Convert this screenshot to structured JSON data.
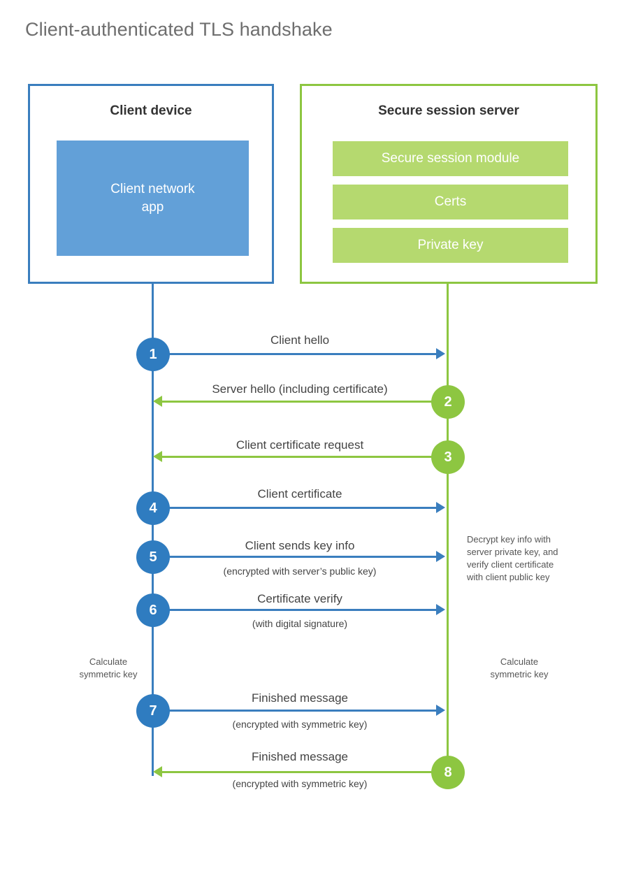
{
  "title": "Client-authenticated TLS handshake",
  "colors": {
    "client_border": "#3a7ebe",
    "client_fill": "#62a0d8",
    "client_circle": "#2f7cc0",
    "server_border": "#8dc641",
    "server_fill": "#b5d96f",
    "server_circle": "#8dc641",
    "title_text": "#6e6e6e",
    "body_text": "#444444",
    "background": "#ffffff"
  },
  "client": {
    "title": "Client device",
    "app_label": "Client network\napp",
    "app_line1": "Client network",
    "app_line2": "app"
  },
  "server": {
    "title": "Secure session server",
    "bars": [
      {
        "label": "Secure session module"
      },
      {
        "label": "Certs"
      },
      {
        "label": "Private key"
      }
    ]
  },
  "steps": [
    {
      "number": "1",
      "label": "Client hello",
      "sublabel": "",
      "direction": "client-to-server",
      "color": "blue"
    },
    {
      "number": "2",
      "label": "Server hello (including certificate)",
      "sublabel": "",
      "direction": "server-to-client",
      "color": "green"
    },
    {
      "number": "3",
      "label": "Client certificate request",
      "sublabel": "",
      "direction": "server-to-client",
      "color": "green"
    },
    {
      "number": "4",
      "label": "Client certificate",
      "sublabel": "",
      "direction": "client-to-server",
      "color": "blue"
    },
    {
      "number": "5",
      "label": "Client sends key info",
      "sublabel": "(encrypted with server’s public key)",
      "direction": "client-to-server",
      "color": "blue"
    },
    {
      "number": "6",
      "label": "Certificate verify",
      "sublabel": "(with digital signature)",
      "direction": "client-to-server",
      "color": "blue"
    },
    {
      "number": "7",
      "label": "Finished message",
      "sublabel": "(encrypted with symmetric key)",
      "direction": "client-to-server",
      "color": "blue"
    },
    {
      "number": "8",
      "label": "Finished message",
      "sublabel": "(encrypted with symmetric key)",
      "direction": "server-to-client",
      "color": "green"
    }
  ],
  "notes": {
    "server_decrypt": {
      "line1": "Decrypt key info with",
      "line2": "server private key, and",
      "line3": "verify client certificate",
      "line4": "with client public key"
    },
    "client_calc": {
      "line1": "Calculate",
      "line2": "symmetric key"
    },
    "server_calc": {
      "line1": "Calculate",
      "line2": "symmetric key"
    }
  }
}
